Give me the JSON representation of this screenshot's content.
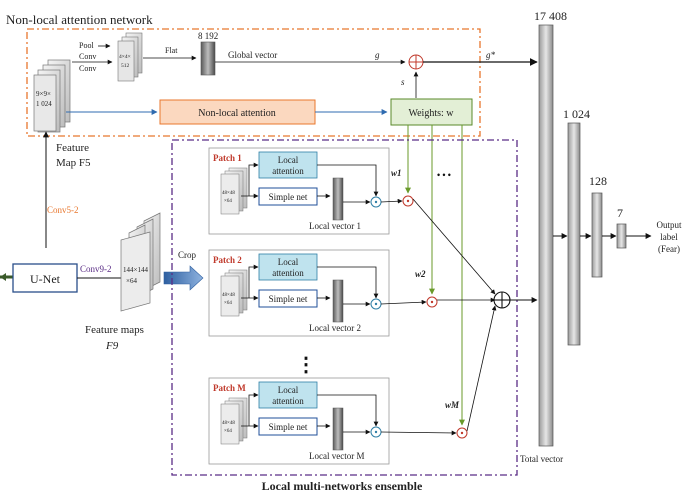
{
  "titles": {
    "nonlocal_network": "Non-local attention network",
    "ensemble": "Local multi-networks ensemble"
  },
  "blocks": {
    "unet": "U-Net",
    "nonlocal_attention": "Non-local attention",
    "weights": "Weights: w"
  },
  "labels": {
    "pool": "Pool",
    "conv1": "Conv",
    "conv2": "Conv",
    "flat": "Flat",
    "global_vector": "Global vector",
    "g": "g",
    "s": "s",
    "g_star": "g*",
    "dim_9x9": "9×9×",
    "dim_1024": "1 024",
    "dim_4x4": "4×4×",
    "dim_512": "512",
    "dim_8192": "8 192",
    "feature_map_f5_line1": "Feature",
    "feature_map_f5_line2": "Map F5",
    "conv5_2": "Conv5-2",
    "conv9_2": "Conv9-2",
    "dim_144_line1": "144×144",
    "dim_144_line2": "×64",
    "crop": "Crop",
    "feature_maps_f9_line1": "Feature maps",
    "feature_maps_f9_line2": "F9",
    "dots": "• • •",
    "vdots": "⋮",
    "total_vector": "Total vector",
    "output_label_line1": "Output",
    "output_label_line2": "label",
    "output_label_line3": "(Fear)"
  },
  "fc_layers": [
    "17 408",
    "1 024",
    "128",
    "7"
  ],
  "patches": [
    {
      "title": "Patch 1",
      "local_att_line1": "Local",
      "local_att_line2": "attention",
      "simple_net": "Simple net",
      "local_vector": "Local vector 1",
      "weight": "w1",
      "size_line1": "48×48",
      "size_line2": "×64"
    },
    {
      "title": "Patch 2",
      "local_att_line1": "Local",
      "local_att_line2": "attention",
      "simple_net": "Simple net",
      "local_vector": "Local vector 2",
      "weight": "w2",
      "size_line1": "48×48",
      "size_line2": "×64"
    },
    {
      "title": "Patch M",
      "local_att_line1": "Local",
      "local_att_line2": "attention",
      "simple_net": "Simple net",
      "local_vector": "Local vector M",
      "weight": "wM",
      "size_line1": "48×48",
      "size_line2": "×64"
    }
  ],
  "colors": {
    "orange_border": "#e8772e",
    "purple_border": "#5b2d86",
    "nonlocal_fill": "#fbd8bf",
    "nonlocal_stroke": "#e8772e",
    "weights_fill": "#e3efd6",
    "weights_stroke": "#5a8a2a",
    "local_att_fill": "#bfe3ee",
    "local_att_stroke": "#2f7fa6",
    "simple_net_stroke": "#1f4f9a",
    "patch_title": "#c0392b",
    "green_arrow": "#6a9a2a",
    "blue_arrow": "#2f6bb0",
    "red_circle": "#c0392b"
  }
}
